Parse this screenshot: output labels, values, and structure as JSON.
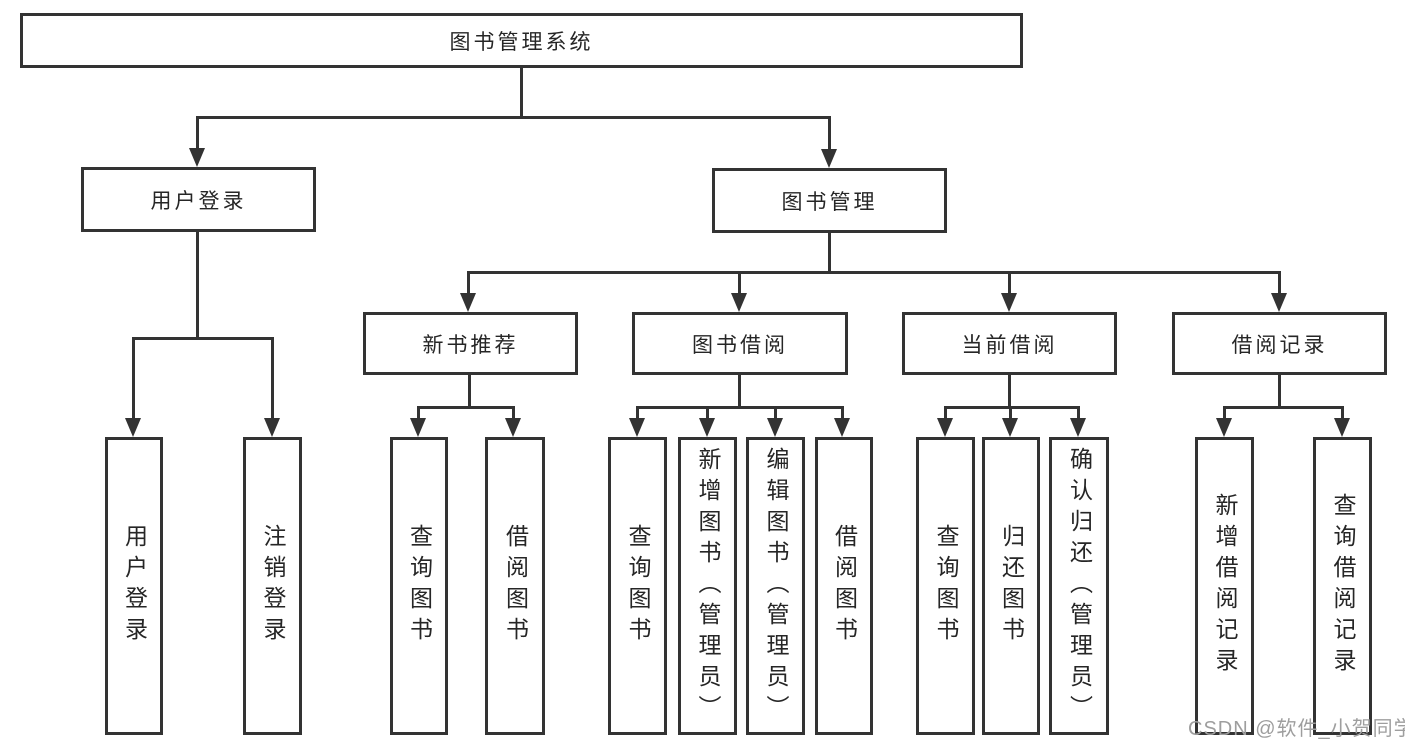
{
  "diagram": {
    "root": {
      "label": "图书管理系统"
    },
    "branches": [
      {
        "label": "用户登录",
        "children": [
          {
            "label": "用户登录"
          },
          {
            "label": "注销登录"
          }
        ]
      },
      {
        "label": "图书管理",
        "children": [
          {
            "label": "新书推荐",
            "children": [
              {
                "label": "查询图书"
              },
              {
                "label": "借阅图书"
              }
            ]
          },
          {
            "label": "图书借阅",
            "children": [
              {
                "label": "查询图书"
              },
              {
                "label": "新增图书（管理员）"
              },
              {
                "label": "编辑图书（管理员）"
              },
              {
                "label": "借阅图书"
              }
            ]
          },
          {
            "label": "当前借阅",
            "children": [
              {
                "label": "查询图书"
              },
              {
                "label": "归还图书"
              },
              {
                "label": "确认归还（管理员）"
              }
            ]
          },
          {
            "label": "借阅记录",
            "children": [
              {
                "label": "新增借阅记录"
              },
              {
                "label": "查询借阅记录"
              }
            ]
          }
        ]
      }
    ]
  },
  "watermark": {
    "text": "CSDN @软件_小贺同学"
  },
  "colors": {
    "line": "#333333",
    "border": "#333333",
    "background": "#ffffff",
    "text": "#262626",
    "watermark": "#9e9e9e"
  }
}
